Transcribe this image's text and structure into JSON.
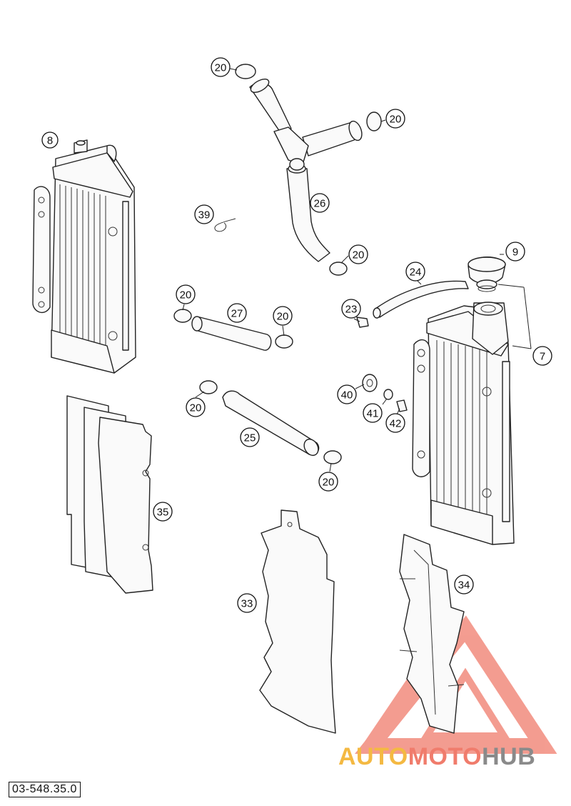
{
  "drawing_code": "03-548.35.0",
  "watermark": {
    "part1": "AUTO",
    "part2": "MOTO",
    "part3": "HUB",
    "colors": {
      "auto": "#f4b942",
      "moto": "#f07c6c",
      "hub": "#8a8a8a",
      "triangle": "#f07c6c"
    }
  },
  "callouts": {
    "c8": "8",
    "c20a": "20",
    "c20b": "20",
    "c26": "26",
    "c39": "39",
    "c20c": "20",
    "c9": "9",
    "c24": "24",
    "c20d": "20",
    "c27": "27",
    "c20e": "20",
    "c23": "23",
    "c7": "7",
    "c40": "40",
    "c41": "41",
    "c42": "42",
    "c20f": "20",
    "c25": "25",
    "c20g": "20",
    "c35": "35",
    "c33": "33",
    "c34": "34"
  }
}
